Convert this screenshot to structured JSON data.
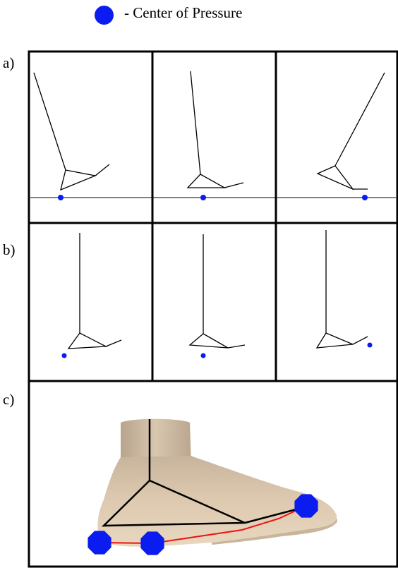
{
  "legend": {
    "text": "- Center of Pressure",
    "marker_icon": "blue-filled-circle"
  },
  "row_labels": {
    "a": "a)",
    "b": "b)",
    "c": "c)"
  },
  "colors": {
    "cop_marker": "#0a1cf0",
    "line": "#000000",
    "foot_skin": "#dcc8ae",
    "trajectory": "#ee1111"
  }
}
